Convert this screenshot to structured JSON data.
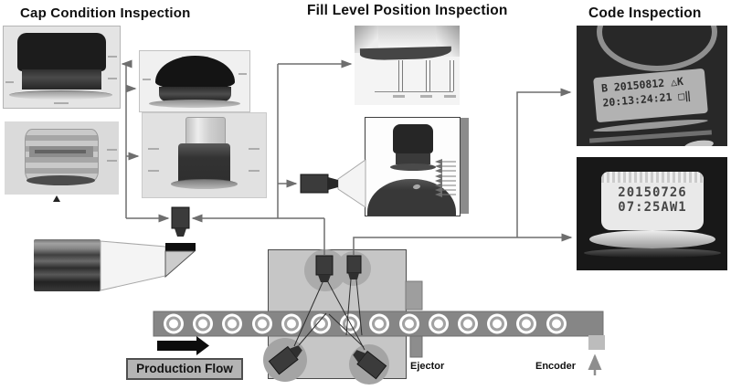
{
  "diagram": {
    "stations": {
      "cap": {
        "title": "Cap Condition Inspection"
      },
      "fill": {
        "title": "Fill Level Position Inspection"
      },
      "code": {
        "title": "Code Inspection",
        "shoulder_code": {
          "line1": "B 20150812 △K",
          "line2": "20:13:24:21 □‖"
        },
        "cap_code": {
          "line1": "20150726",
          "line2": "07:25AW1"
        }
      }
    },
    "conveyor": {
      "production_flow_label": "Production Flow",
      "ejector_label": "Ejector",
      "encoder_label": "Encoder",
      "bottle_count": 14
    },
    "colors": {
      "connector_line": "#6e6e6e",
      "conveyor_belt": "#868686",
      "station_box": "#c6c6c6",
      "camera_body": "#3b3b3b",
      "backlight_bar": "#8c8c8c"
    }
  }
}
